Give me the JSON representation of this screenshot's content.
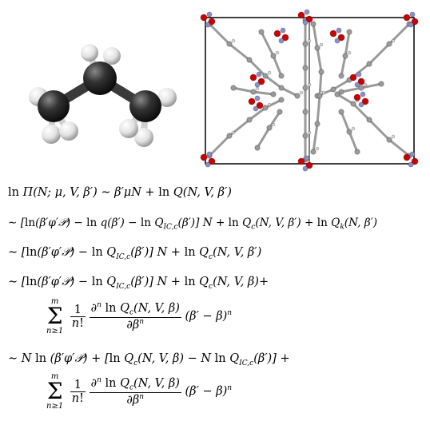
{
  "figures": {
    "left_icon": "propane-ball-and-stick-model",
    "right_icon": "crystal-structure-unit-cell",
    "colors": {
      "carbon": "#2b2b2b",
      "hydrogen": "#e8e8e8",
      "oxygen": "#cc0000",
      "nitrogen": "#8a8fc9",
      "linker": "#9a9a9a"
    }
  },
  "equations": {
    "line1": "ln Π(N; μ, V, β′) ∼ β′μN + ln Q(N, V, β′)",
    "line2": "∼ [ln(β′φ′𝒫) − ln q(β′) − ln Q_{IC,c}(β′)] N + ln Q_c(N, V, β′) + ln Q_k(N, β′)",
    "line3": "∼ [ln(β′φ′𝒫) − ln Q_{IC,c}(β′)] N + ln Q_c(N, V, β′)",
    "line4": "∼ [ln(β′φ′𝒫) − ln Q_{IC,c}(β′)] N + ln Q_c(N, V, β)+",
    "line5": "Σ_{n≥1}^{m} (1/n!) ∂ⁿ ln Q_c(N, V, β)/∂βⁿ (β′ − β)ⁿ",
    "line6": "∼ N ln (β′φ′𝒫) + [ln Q_c(N, V, β) − N ln Q_{IC,c}(β′)] +",
    "line7": "Σ_{n≥1}^{m} (1/n!) ∂ⁿ ln Q_c(N, V, β)/∂βⁿ (β′ − β)ⁿ"
  }
}
